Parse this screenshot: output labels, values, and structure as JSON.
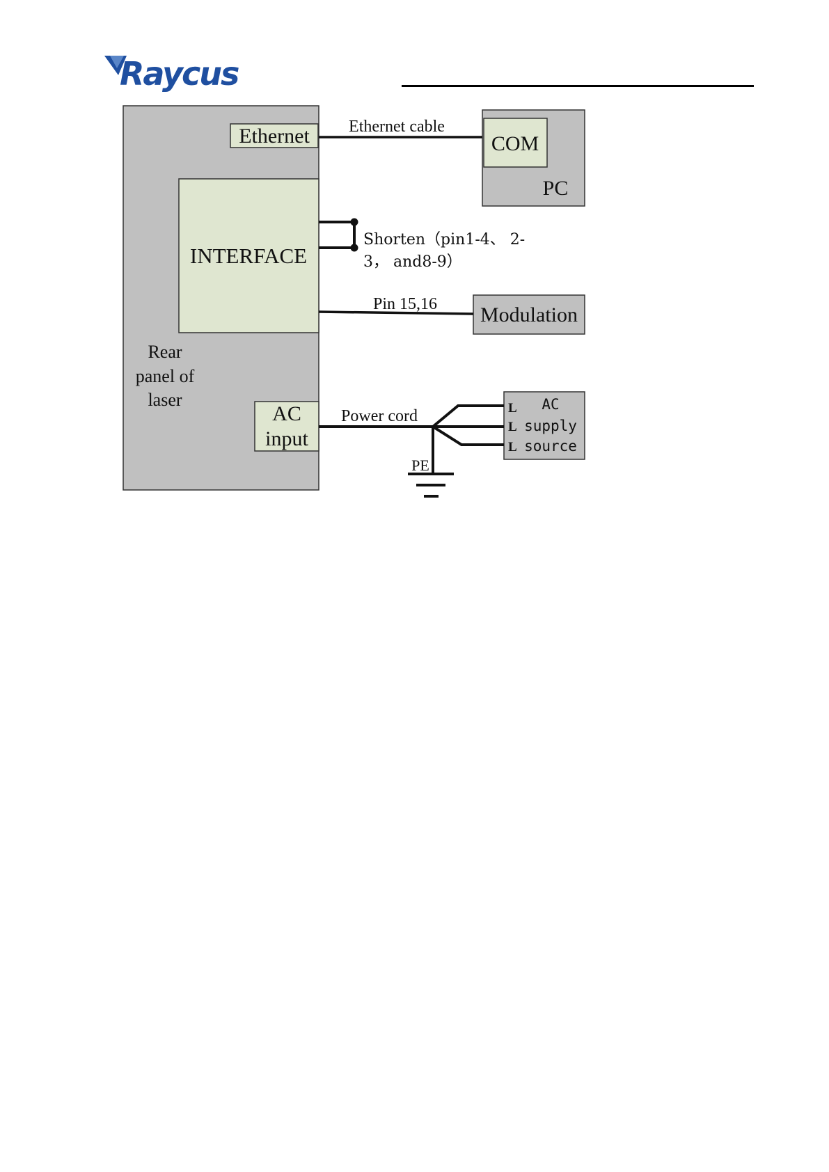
{
  "header": {
    "logo_text": "Raycus",
    "brand_color": "#1f4fa0"
  },
  "diagram": {
    "colors": {
      "panel": "#c0c0c0",
      "module": "#dfe6d0",
      "stroke": "#1a1a1a"
    },
    "rear_panel": {
      "label_lines": [
        "Rear",
        "panel of",
        "laser"
      ]
    },
    "ethernet_port": {
      "label": "Ethernet"
    },
    "interface": {
      "label": "INTERFACE"
    },
    "ac_input": {
      "label_lines": [
        "AC",
        "input"
      ]
    },
    "pc": {
      "com_label": "COM",
      "label": "PC"
    },
    "modulation": {
      "label": "Modulation"
    },
    "ac_supply": {
      "label_lines": [
        "AC",
        "supply",
        "source"
      ],
      "terminal_labels": [
        "L",
        "L",
        "L"
      ]
    },
    "connections": {
      "ethernet_cable": "Ethernet cable",
      "shorten_lines": [
        "Shorten（pin1-4、 2-",
        "3， and8-9）"
      ],
      "pin_label": "Pin 15,16",
      "power_cord": "Power cord",
      "ground": "PE"
    }
  }
}
